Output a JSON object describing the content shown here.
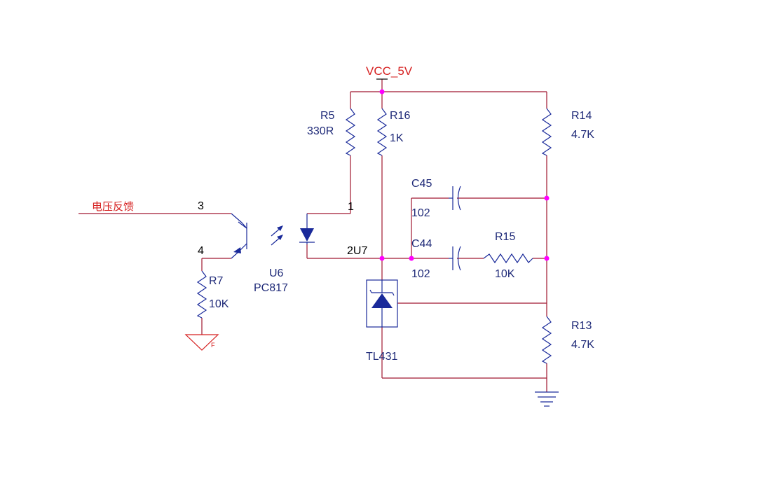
{
  "nets": {
    "vcc": "VCC_5V",
    "feedback": "电压反馈",
    "gnd_tag": "F"
  },
  "components": {
    "r5": {
      "ref": "R5",
      "value": "330R"
    },
    "r16": {
      "ref": "R16",
      "value": "1K"
    },
    "r14": {
      "ref": "R14",
      "value": "4.7K"
    },
    "r13": {
      "ref": "R13",
      "value": "4.7K"
    },
    "r15": {
      "ref": "R15",
      "value": "10K"
    },
    "r7": {
      "ref": "R7",
      "value": "10K"
    },
    "c45": {
      "ref": "C45",
      "value": "102"
    },
    "c44": {
      "ref": "C44",
      "value": "102"
    },
    "u6": {
      "ref": "U6",
      "value": "PC817"
    },
    "u7": {
      "label": "TL431"
    }
  },
  "pins": {
    "p1": "1",
    "p2u7": "2U7",
    "p3": "3",
    "p4": "4"
  },
  "colors": {
    "wire": "#a01830",
    "part": "#1a2a9a",
    "net_label": "#d62020",
    "junction": "#ff00ff"
  }
}
